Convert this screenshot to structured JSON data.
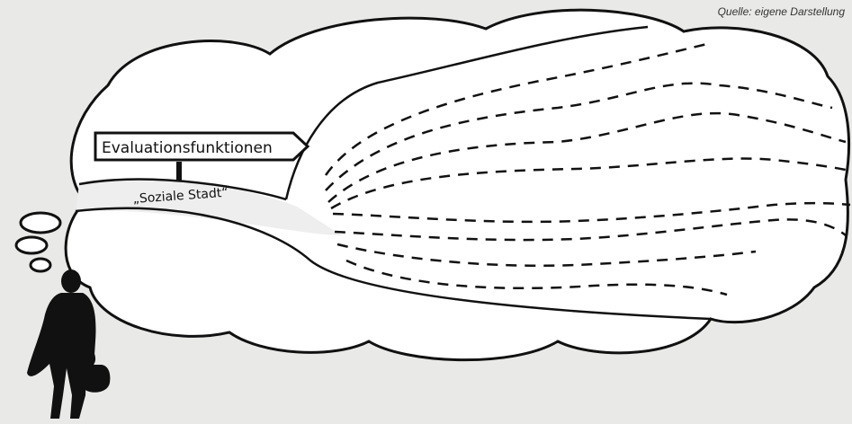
{
  "source_note": "Quelle: eigene Darstellung",
  "signpost": {
    "label": "Evaluationsfunktionen"
  },
  "road": {
    "label": "„Soziale Stadt“"
  },
  "colors": {
    "background": "#e9eae7",
    "cloud_fill": "#ffffff",
    "stroke": "#111111",
    "figure": "#111111"
  },
  "icons": {
    "person": "silhouette-person-with-bag",
    "thought_bubbles": "thought-bubble-dots"
  }
}
